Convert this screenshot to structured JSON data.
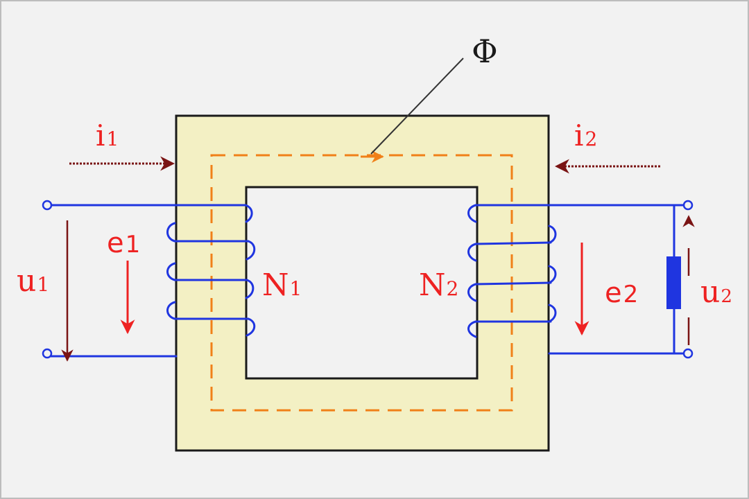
{
  "labels": {
    "flux": "Φ",
    "i1": "i",
    "i1_sub": "1",
    "i2": "i",
    "i2_sub": "2",
    "e1": "e",
    "e1_sub": "1",
    "e2": "e",
    "e2_sub": "2",
    "u1": "u",
    "u1_sub": "1",
    "u2": "u",
    "u2_sub": "2",
    "n1": "N",
    "n1_sub": "1",
    "n2": "N",
    "n2_sub": "2"
  },
  "colors": {
    "background": "#f2f2f2",
    "core_fill": "#f3f0c4",
    "core_stroke": "#1a1a1a",
    "winding": "#1f35e0",
    "label_red": "#ee2222",
    "arrow_dark_red": "#7a1414",
    "flux_path": "#f08018",
    "leader": "#333333",
    "load": "#1f35e0"
  }
}
